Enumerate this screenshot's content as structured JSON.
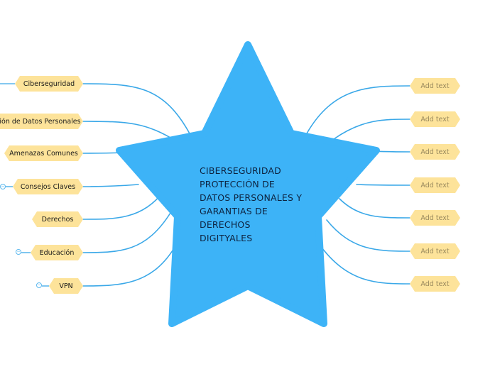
{
  "central": {
    "lines": [
      "CIBERSEGURIDAD",
      "PROTECCIÓN DE",
      "DATOS PERSONALES Y",
      "GARANTIAS DE",
      "DERECHOS",
      "DIGITYALES"
    ],
    "star_color": "#3db3f7",
    "text_color": "#0d2340"
  },
  "left_topics": [
    {
      "label": "Ciberseguridad"
    },
    {
      "label": "ión de Datos Personales"
    },
    {
      "label": "Amenazas Comunes"
    },
    {
      "label": "Consejos Claves"
    },
    {
      "label": "Derechos"
    },
    {
      "label": "Educación"
    },
    {
      "label": "VPN"
    }
  ],
  "right_topics": [
    {
      "label": "Add text"
    },
    {
      "label": "Add text"
    },
    {
      "label": "Add text"
    },
    {
      "label": "Add text"
    },
    {
      "label": "Add text"
    },
    {
      "label": "Add text"
    },
    {
      "label": "Add text"
    }
  ],
  "collapse_marker": "−",
  "colors": {
    "connector": "#3aa8e8",
    "topic_fill": "#fde39a",
    "placeholder_text": "#9a8a5e"
  }
}
